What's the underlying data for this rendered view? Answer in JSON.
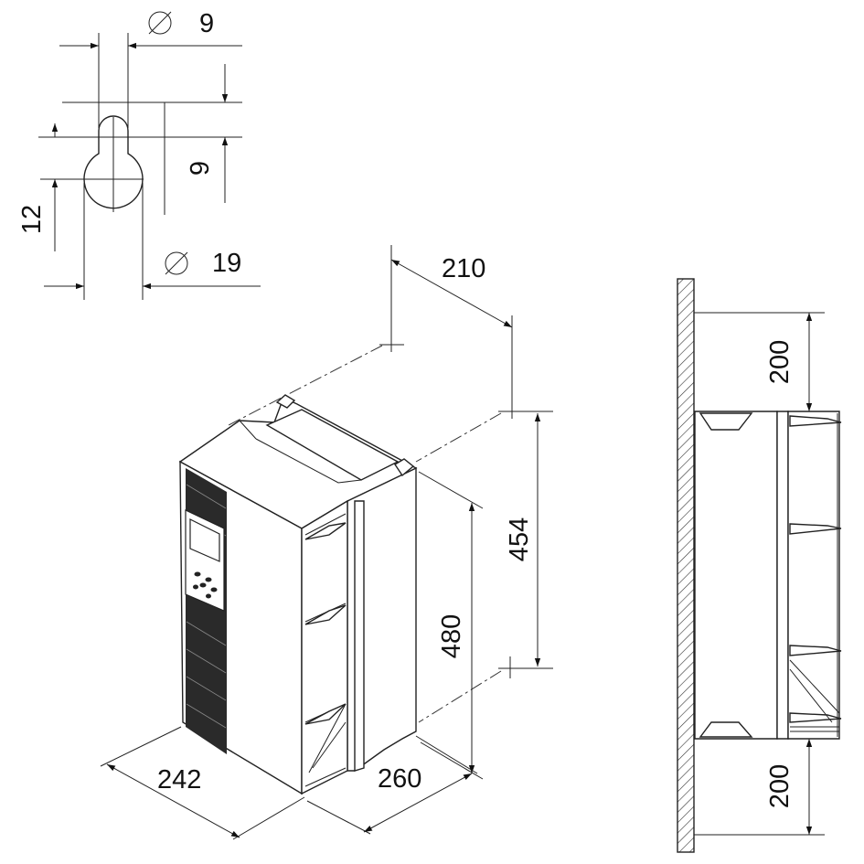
{
  "keyhole": {
    "slot_width_symbol": "Ø",
    "slot_width": "9",
    "slot_height": "9",
    "offset": "12",
    "hole_diameter_symbol": "Ø",
    "hole_diameter": "19"
  },
  "drive": {
    "width": "242",
    "depth": "260",
    "height": "480",
    "mount_hole_spacing_vertical": "454",
    "mount_hole_spacing_horizontal": "210"
  },
  "clearance": {
    "top": "200",
    "bottom": "200"
  }
}
